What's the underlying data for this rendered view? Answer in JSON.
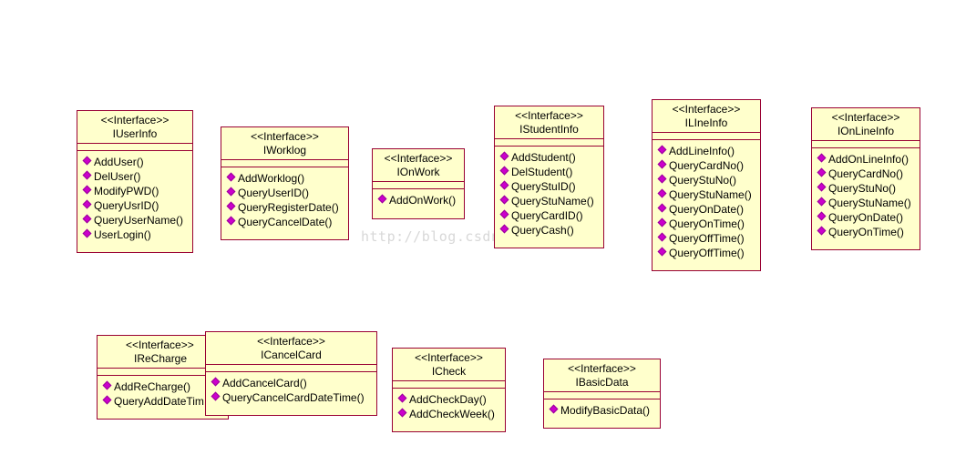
{
  "watermark": "http://blog.csdn.net/yjfulin",
  "interfaces": [
    {
      "id": "iuserinfo",
      "stereotype": "<<Interface>>",
      "name": "IUserInfo",
      "ops": [
        "AddUser()",
        "DelUser()",
        "ModifyPWD()",
        "QueryUsrID()",
        "QueryUserName()",
        "UserLogin()"
      ]
    },
    {
      "id": "iworklog",
      "stereotype": "<<Interface>>",
      "name": "IWorklog",
      "ops": [
        "AddWorklog()",
        "QueryUserID()",
        "QueryRegisterDate()",
        "QueryCancelDate()"
      ]
    },
    {
      "id": "ionwork",
      "stereotype": "<<Interface>>",
      "name": "IOnWork",
      "ops": [
        "AddOnWork()"
      ]
    },
    {
      "id": "istudentinfo",
      "stereotype": "<<Interface>>",
      "name": "IStudentInfo",
      "ops": [
        "AddStudent()",
        "DelStudent()",
        "QueryStuID()",
        "QueryStuName()",
        "QueryCardID()",
        "QueryCash()"
      ]
    },
    {
      "id": "ilineinfo",
      "stereotype": "<<Interface>>",
      "name": "ILIneInfo",
      "ops": [
        "AddLineInfo()",
        "QueryCardNo()",
        "QueryStuNo()",
        "QueryStuName()",
        "QueryOnDate()",
        "QueryOnTime()",
        "QueryOffTime()",
        "QueryOffTime()"
      ]
    },
    {
      "id": "ionlineinfo",
      "stereotype": "<<Interface>>",
      "name": "IOnLineInfo",
      "ops": [
        "AddOnLineInfo()",
        "QueryCardNo()",
        "QueryStuNo()",
        "QueryStuName()",
        "QueryOnDate()",
        "QueryOnTime()"
      ]
    },
    {
      "id": "irecharge",
      "stereotype": "<<Interface>>",
      "name": "IReCharge",
      "ops": [
        "AddReCharge()",
        "QueryAddDateTim"
      ]
    },
    {
      "id": "icancelcard",
      "stereotype": "<<Interface>>",
      "name": "ICancelCard",
      "ops": [
        "AddCancelCard()",
        "QueryCancelCardDateTime()"
      ]
    },
    {
      "id": "icheck",
      "stereotype": "<<Interface>>",
      "name": "ICheck",
      "ops": [
        "AddCheckDay()",
        "AddCheckWeek()"
      ]
    },
    {
      "id": "ibasicdata",
      "stereotype": "<<Interface>>",
      "name": "IBasicData",
      "ops": [
        "ModifyBasicData()"
      ]
    }
  ]
}
